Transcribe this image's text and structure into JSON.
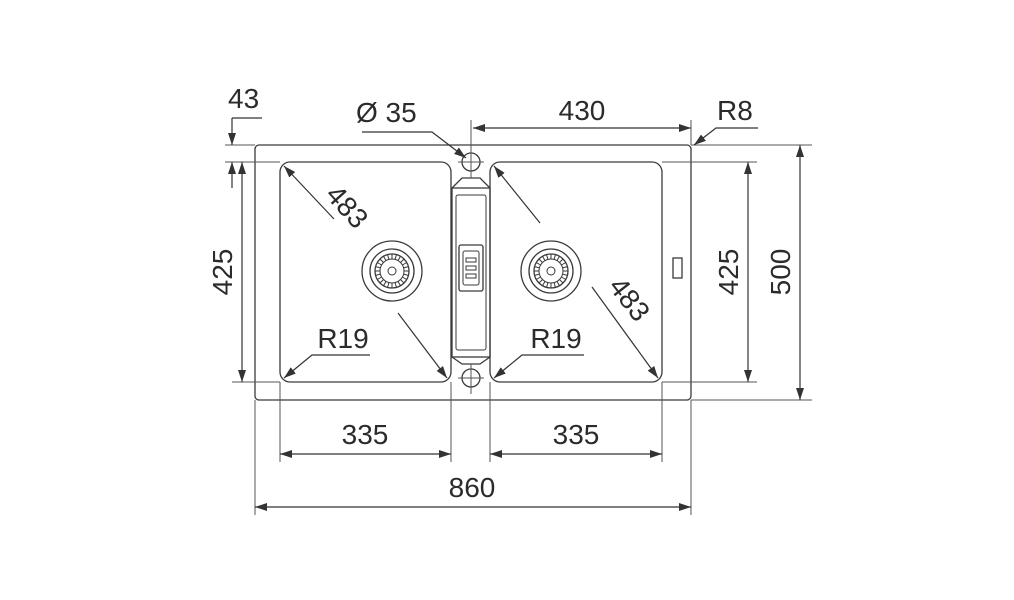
{
  "dimensions": {
    "tap_hole_diameter": "Ø 35",
    "top_offset": "43",
    "bowl_spacing": "430",
    "corner_radius": "R8",
    "left_bowl_height": "425",
    "right_bowl_height": "425",
    "total_depth": "500",
    "left_bowl_diagonal": "483",
    "right_bowl_diagonal": "483",
    "left_bowl_radius": "R19",
    "right_bowl_radius": "R19",
    "left_bowl_width": "335",
    "right_bowl_width": "335",
    "total_width": "860"
  },
  "colors": {
    "line": "#3a3a3a",
    "text": "#2b2b2b",
    "background": "#ffffff"
  }
}
